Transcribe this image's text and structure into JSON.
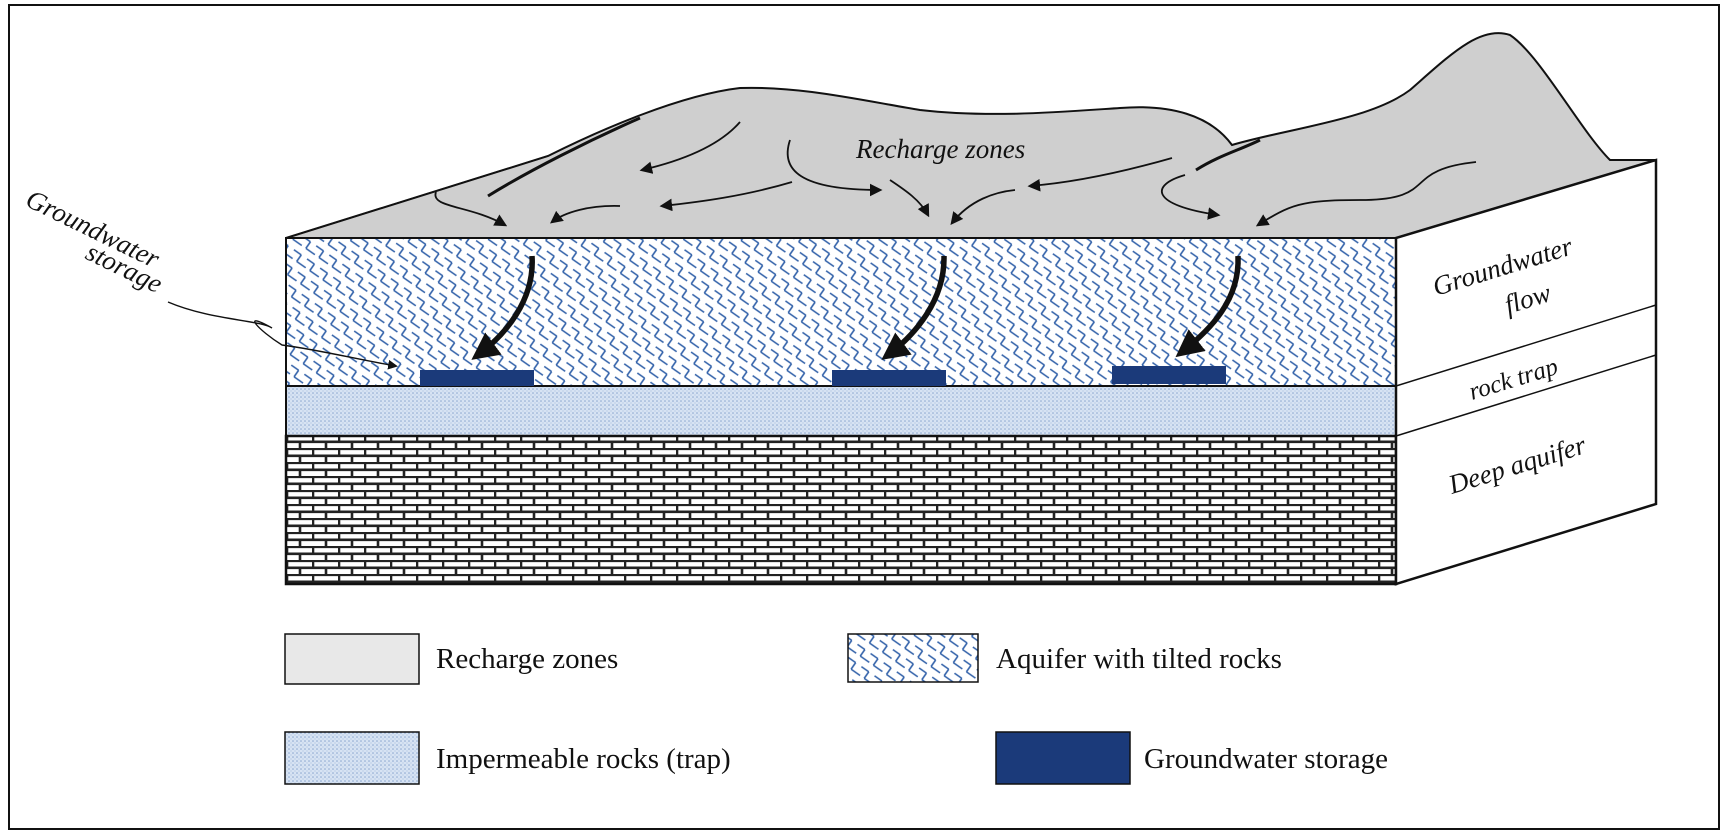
{
  "diagram": {
    "labels": {
      "recharge_zones": "Recharge zones",
      "groundwater_storage_line1": "Groundwater",
      "groundwater_storage_line2": "storage",
      "groundwater_flow_line1": "Groundwater",
      "groundwater_flow_line2": "flow",
      "rock_trap": "rock trap",
      "deep_aquifer": "Deep aquifer"
    },
    "legend": [
      {
        "key": "recharge",
        "label": "Recharge zones"
      },
      {
        "key": "aquifer",
        "label": "Aquifer with tilted rocks"
      },
      {
        "key": "impermeable",
        "label": "Impermeable rocks (trap)"
      },
      {
        "key": "storage",
        "label": "Groundwater storage"
      }
    ],
    "colors": {
      "recharge_fill": "#cfcfcf",
      "aquifer_pattern": "#2f5fa8",
      "trap_fill": "#c9d8ee",
      "storage_fill": "#1b3a7a",
      "deep_aquifer_fill": "#6a6a6a",
      "outline": "#111111"
    }
  }
}
